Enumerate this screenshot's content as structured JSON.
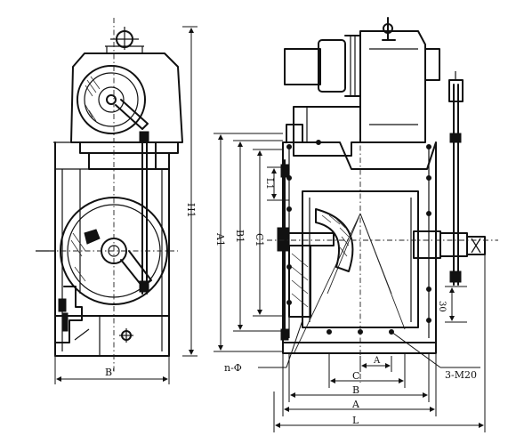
{
  "side_view": {
    "dim_H1": "H1",
    "dim_B_prime": "B'"
  },
  "front_view": {
    "dim_A1": "A1",
    "dim_B1": "B1",
    "dim_C1": "C1",
    "dim_L1": "L1",
    "dim_A": "A",
    "dim_B": "B",
    "dim_C": "C",
    "dim_L": "L",
    "dim_small_A": "A",
    "dim_30": "30",
    "label_holes": "n-Φ",
    "label_bolts": "3-M20"
  }
}
